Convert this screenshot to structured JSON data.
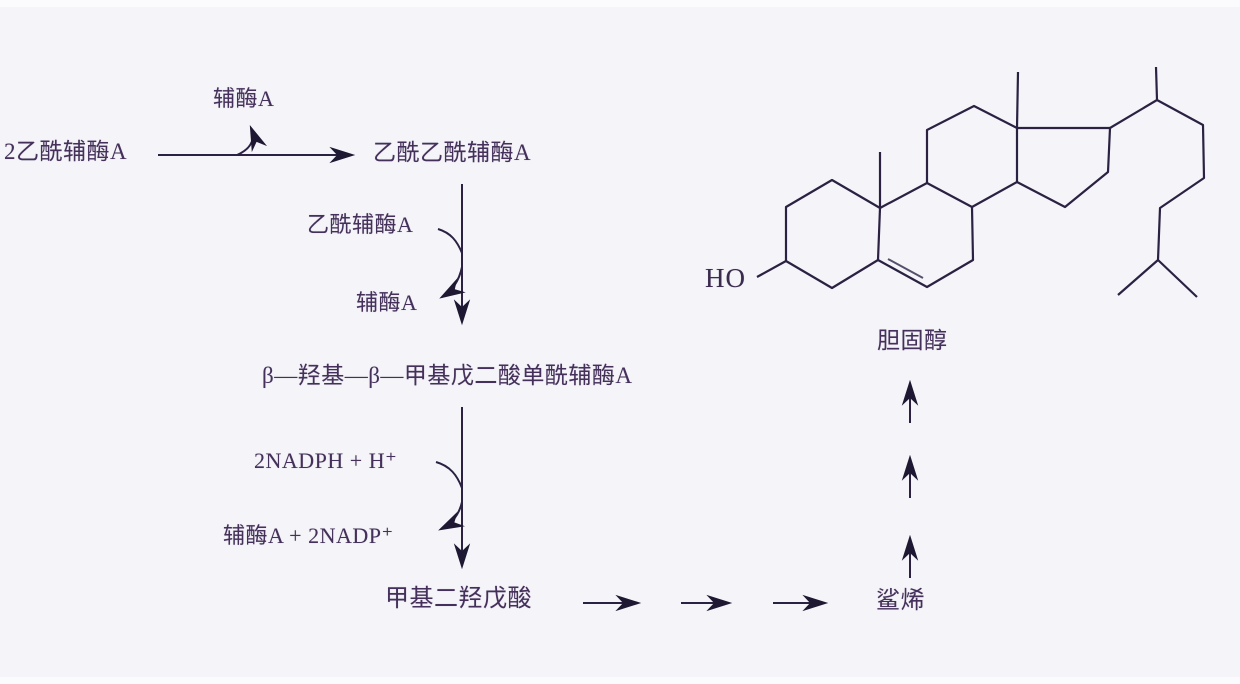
{
  "pathway": {
    "step1": {
      "substrate": "2乙酰辅酶A",
      "byproduct": "辅酶A",
      "product": "乙酰乙酰辅酶A"
    },
    "step2": {
      "cofactor_in": "乙酰辅酶A",
      "byproduct": "辅酶A",
      "product": "β—羟基—β—甲基戊二酸单酰辅酶A"
    },
    "step3": {
      "cofactor_in": "2NADPH + H⁺",
      "byproduct": "辅酶A + 2NADP⁺",
      "product": "甲基二羟戊酸"
    },
    "step4": {
      "product": "鲨烯"
    },
    "step5": {
      "product": "胆固醇"
    }
  },
  "structure": {
    "hydroxyl_label": "HO"
  },
  "colors": {
    "background": "#f5f5f9",
    "line": "#2b2142",
    "text": "#44305a"
  }
}
